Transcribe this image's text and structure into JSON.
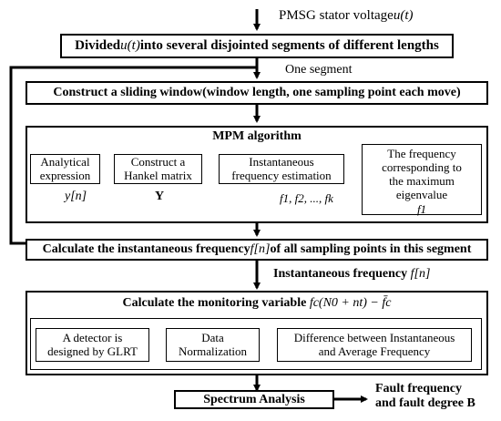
{
  "input_label": "PMSG stator voltage",
  "input_var": "u(t)",
  "step1": {
    "pre": "Divided ",
    "var": "u(t)",
    "post": " into several disjointed segments of different lengths"
  },
  "one_segment": "One segment",
  "step2": "Construct a sliding window(window length, one sampling point each move)",
  "mpm": {
    "title": "MPM algorithm",
    "boxes": [
      "Analytical\nexpression",
      "Construct a\nHankel matrix",
      "Instantaneous\nfrequency estimation",
      "The frequency\ncorresponding to\nthe maximum\neigenvalue"
    ],
    "eig_var": "f1",
    "labels": {
      "yn": "y[n]",
      "Y": "Y",
      "fk": "f1, f2, ..., fk"
    }
  },
  "step3": {
    "pre": "Calculate the instantaneous frequency ",
    "var": "f[n]",
    "post": " of all sampling points in this segment"
  },
  "inst_freq": {
    "pre": "Instantaneous frequency ",
    "var": "f[n]"
  },
  "monitor": {
    "pre": "Calculate the monitoring variable ",
    "var": "fc(N0 + nt) − f̄c",
    "boxes": [
      "A detector is\ndesigned by GLRT",
      "Data\nNormalization",
      "Difference between Instantaneous\nand  Average Frequency"
    ]
  },
  "spectrum": "Spectrum Analysis",
  "fault": "Fault frequency\nand fault degree B"
}
